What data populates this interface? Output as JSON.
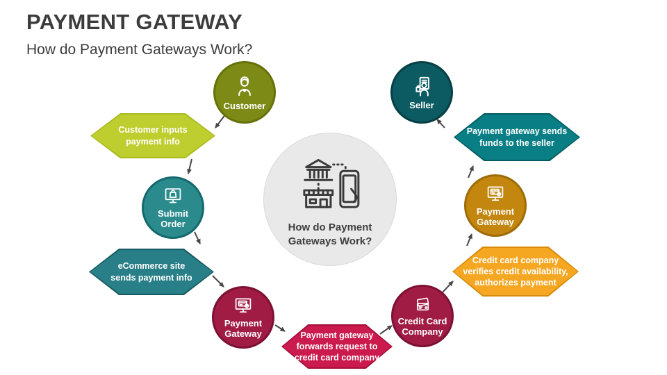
{
  "slide": {
    "title": "PAYMENT GATEWAY",
    "subtitle": "How do Payment Gateways Work?",
    "title_color": "#3C3C3C",
    "background": "#FFFFFF"
  },
  "center": {
    "label": "How do Payment\nGateways Work?",
    "fill": "#E9E9E9",
    "border": "#D9D9D9",
    "icon": "bank-store-phone-icon"
  },
  "nodes": [
    {
      "label": "Customer",
      "fill": "#7D8A16",
      "border": "#667209",
      "icon": "customer-person-icon"
    },
    {
      "label": "Submit\nOrder",
      "fill": "#2B8A8C",
      "border": "#14696E",
      "icon": "order-monitor-bag-icon"
    },
    {
      "label": "Payment\nGateway",
      "fill": "#A11C45",
      "border": "#7C1133",
      "icon": "gateway-monitor-card-icon"
    },
    {
      "label": "Credit Card\nCompany",
      "fill": "#A11C45",
      "border": "#7C1133",
      "icon": "credit-cards-icon"
    },
    {
      "label": "Payment\nGateway",
      "fill": "#C3860F",
      "border": "#9E6C06",
      "icon": "gateway-monitor-card-icon"
    },
    {
      "label": "Seller",
      "fill": "#0C5B62",
      "border": "#073F45",
      "icon": "seller-person-icon"
    }
  ],
  "banners": [
    {
      "label": "Customer inputs\npayment info",
      "fill": "#BFCE2F",
      "border": "#A9BA1E"
    },
    {
      "label": "eCommerce site\nsends payment info",
      "fill": "#297F87",
      "border": "#155A62"
    },
    {
      "label": "Payment gateway\nforwards request to\ncredit card company",
      "fill": "#CB1A4D",
      "border": "#A60F3B"
    },
    {
      "label": "Credit card company\nverifies credit availability,\nauthorizes payment",
      "fill": "#F6A722",
      "border": "#D68C0A"
    },
    {
      "label": "Payment gateway sends\nfunds to the seller",
      "fill": "#097F85",
      "border": "#045C61"
    }
  ],
  "arrow_color": "#464646"
}
